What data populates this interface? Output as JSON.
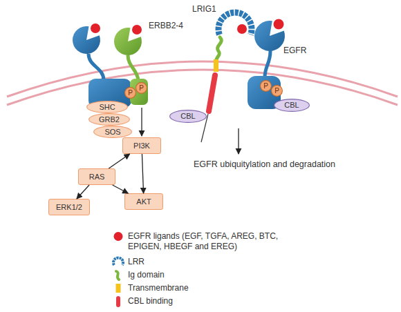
{
  "diagram": {
    "nodes": [
      {
        "text": [
          "P"
        ]
      },
      {
        "text": [
          "P"
        ]
      },
      {
        "text": [
          "SHC"
        ]
      },
      {
        "text": [
          "GRB2"
        ]
      },
      {
        "text": [
          "SOS"
        ]
      },
      {
        "text": [
          "RAS"
        ]
      },
      {
        "text": [
          "PI3K"
        ]
      },
      {
        "text": [
          "ERK1/2"
        ]
      },
      {
        "text": [
          "AKT"
        ]
      },
      {
        "text": [
          "CBL"
        ]
      },
      {
        "text": [
          "P"
        ]
      },
      {
        "text": [
          "P"
        ]
      },
      {
        "text": [
          "CBL"
        ]
      }
    ],
    "edges": [
      {
        "from": 5,
        "to": 6,
        "arrow": "to"
      },
      {
        "from": 5,
        "to": 7,
        "arrow": "to"
      },
      {
        "from": 5,
        "to": 8,
        "arrow": "to"
      },
      {
        "from": 6,
        "to": 8,
        "arrow": "to"
      }
    ],
    "labels": [
      "ERBB2-4",
      "LRIG1",
      "EGFR",
      "EGFR ubiquitylation and degradation"
    ],
    "legend": [
      {
        "text": "EGFR ligands (EGF, TGFA, AREG, BTC, EPIGEN, HBEGF and EREG)",
        "color": "#e2212a"
      },
      {
        "text": "LRR"
      },
      {
        "text": "Ig domain"
      },
      {
        "text": "Transmembrane",
        "color": "#f5c31c"
      },
      {
        "text": "CBL binding",
        "color": "#e63b45"
      }
    ]
  }
}
